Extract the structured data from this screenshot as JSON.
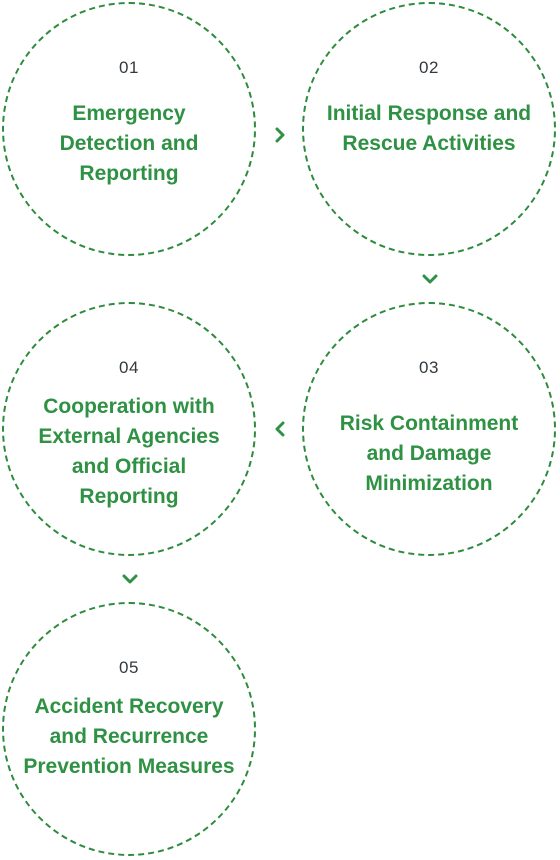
{
  "colors": {
    "accent": "#2f9143",
    "border": "#2e8b3e",
    "number": "#333a3f"
  },
  "steps": [
    {
      "number": "01",
      "title": "Emergency Detection and Reporting"
    },
    {
      "number": "02",
      "title": "Initial Response and Rescue Activities"
    },
    {
      "number": "03",
      "title": "Risk Containment and Damage Minimization"
    },
    {
      "number": "04",
      "title": "Cooperation with External Agencies and Official Reporting"
    },
    {
      "number": "05",
      "title": "Accident Recovery and Recurrence Prevention Measures"
    }
  ],
  "arrows": [
    {
      "from": "01",
      "to": "02",
      "icon": "chevron-right-icon"
    },
    {
      "from": "02",
      "to": "03",
      "icon": "chevron-down-icon"
    },
    {
      "from": "03",
      "to": "04",
      "icon": "chevron-left-icon"
    },
    {
      "from": "04",
      "to": "05",
      "icon": "chevron-down-icon"
    }
  ]
}
